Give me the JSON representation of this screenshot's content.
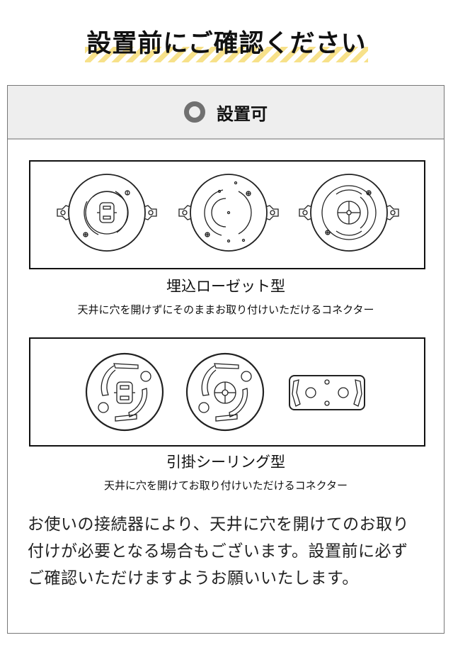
{
  "page": {
    "title": "設置前にご確認ください",
    "stripe_color": "#f7e18a"
  },
  "panel": {
    "header": {
      "icon": "circle-ok-icon",
      "icon_color": "#707070",
      "label": "設置可",
      "background": "#eeeeee"
    },
    "sections": [
      {
        "name": "埋込ローゼット型",
        "description": "天井に穴を開けずにそのままお取り付けいただけるコネクター",
        "diagrams": [
          "embedded-rosette-1",
          "embedded-rosette-2",
          "embedded-rosette-3"
        ]
      },
      {
        "name": "引掛シーリング型",
        "description": "天井に穴を開けてお取り付けいただけるコネクター",
        "diagrams": [
          "hook-ceiling-1",
          "hook-ceiling-2",
          "hook-ceiling-rect"
        ]
      }
    ],
    "note": "お使いの接続器により、天井に穴を開けてのお取り付けが必要となる場合もございます。設置前に必ずご確認いただけますようお願いいたします。"
  }
}
